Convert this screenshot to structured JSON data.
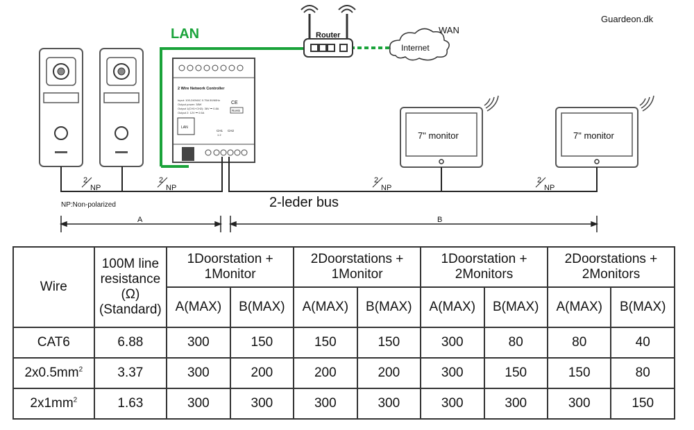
{
  "brand": "Guardeon.dk",
  "labels": {
    "lan": "LAN",
    "wan": "WAN",
    "router": "Router",
    "internet": "Internet",
    "bus": "2-leder bus",
    "np_note": "NP:Non-polarized",
    "np_1": "2",
    "np_2": "NP",
    "range_a": "A",
    "range_b": "B"
  },
  "controller": {
    "title": "2 Wire Network Controller",
    "spec_1": "Input: 100-240VAC 0.75A 50/60Hz",
    "spec_2": "Output power: 38W",
    "spec_3": "Output 1(CH1+CH2): 36V ⎓ 0.8A",
    "spec_4": "Output 2: 12V ⎓ 0.5A",
    "lan_port": "LAN",
    "ch1": "CH1",
    "ch2": "CH2",
    "ch_nums": "1 2",
    "rohs": "RoHS",
    "ce": "CE"
  },
  "monitors": [
    {
      "label": "7\" monitor"
    },
    {
      "label": "7\" monitor"
    }
  ],
  "colors": {
    "lan_green": "#1aa33a",
    "line": "#222222",
    "device_outline": "#555555"
  },
  "table": {
    "wire_header": "Wire",
    "resistance_header": "100M line resistance (Ω) (Standard)",
    "groups": [
      "1Doorstation + 1Monitor",
      "2Doorstations + 1Monitor",
      "1Doorstation + 2Monitors",
      "2Doorstations + 2Monitors"
    ],
    "sub_a": "A(MAX)",
    "sub_b": "B(MAX)",
    "rows": [
      {
        "wire": "CAT6",
        "sup": "",
        "resistance": "6.88",
        "values": [
          "300",
          "150",
          "150",
          "150",
          "300",
          "80",
          "80",
          "40"
        ]
      },
      {
        "wire": "2x0.5mm",
        "sup": "2",
        "resistance": "3.37",
        "values": [
          "300",
          "200",
          "200",
          "200",
          "300",
          "150",
          "150",
          "80"
        ]
      },
      {
        "wire": "2x1mm",
        "sup": "2",
        "resistance": "1.63",
        "values": [
          "300",
          "300",
          "300",
          "300",
          "300",
          "300",
          "300",
          "150"
        ]
      }
    ]
  }
}
